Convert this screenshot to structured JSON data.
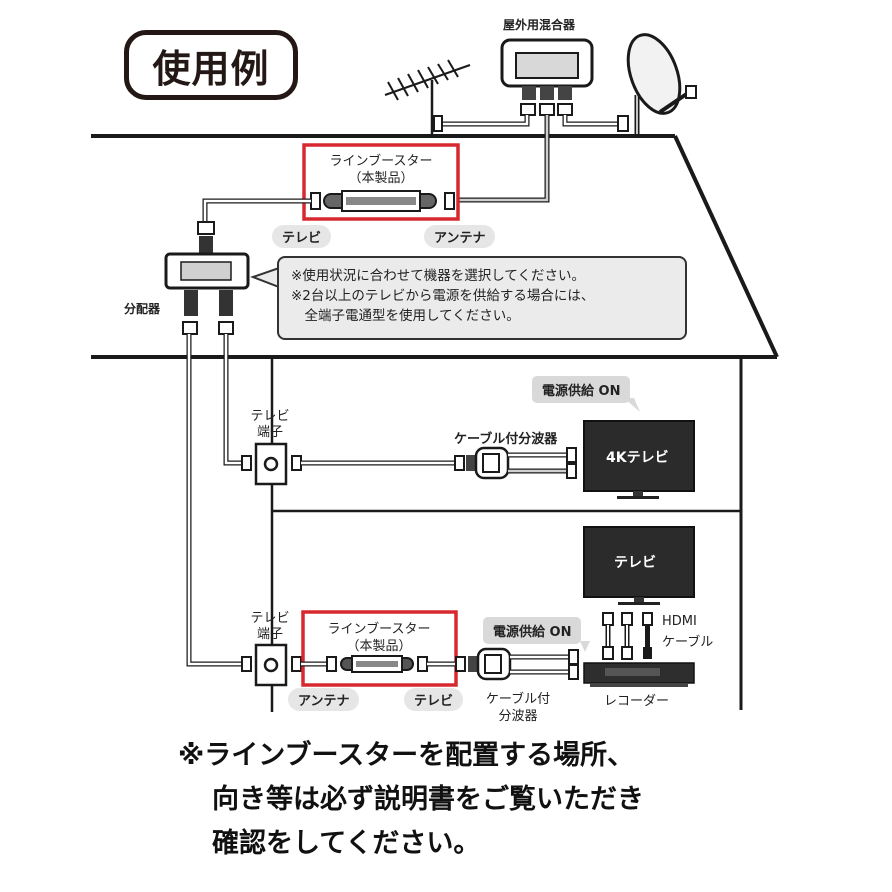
{
  "title": "使用例",
  "labels": {
    "outdoor_mixer": "屋外用混合器",
    "line_booster_top": "ラインブースター",
    "line_booster_top_sub": "（本製品）",
    "booster_top_tv": "テレビ",
    "booster_top_antenna": "アンテナ",
    "splitter": "分配器",
    "tv_outlet_1_line1": "テレビ",
    "tv_outlet_1_line2": "端子",
    "tv_outlet_2_line1": "テレビ",
    "tv_outlet_2_line2": "端子",
    "power_on_1": "電源供給 ON",
    "cable_separator_1": "ケーブル付分波器",
    "tv_4k": "4Kテレビ",
    "tv_2": "テレビ",
    "line_booster_bottom": "ラインブースター",
    "line_booster_bottom_sub": "（本製品）",
    "booster_bottom_antenna": "アンテナ",
    "booster_bottom_tv": "テレビ",
    "power_on_2": "電源供給 ON",
    "cable_separator_2_line1": "ケーブル付",
    "cable_separator_2_line2": "分波器",
    "hdmi_line1": "HDMI",
    "hdmi_line2": "ケーブル",
    "recorder": "レコーダー"
  },
  "note": {
    "lines": [
      "※使用状況に合わせて機器を選択してください。",
      "※2台以上のテレビから電源を供給する場合には、",
      "　全端子電通型を使用してください。"
    ]
  },
  "footer": {
    "lines": [
      "※ラインブースターを配置する場所、",
      "向き等は必ず説明書をご覧いただき",
      "確認をしてください。"
    ]
  },
  "colors": {
    "highlight": "#d7282f",
    "line": "#1a1a1a",
    "tv_screen": "#2b2b2b"
  }
}
